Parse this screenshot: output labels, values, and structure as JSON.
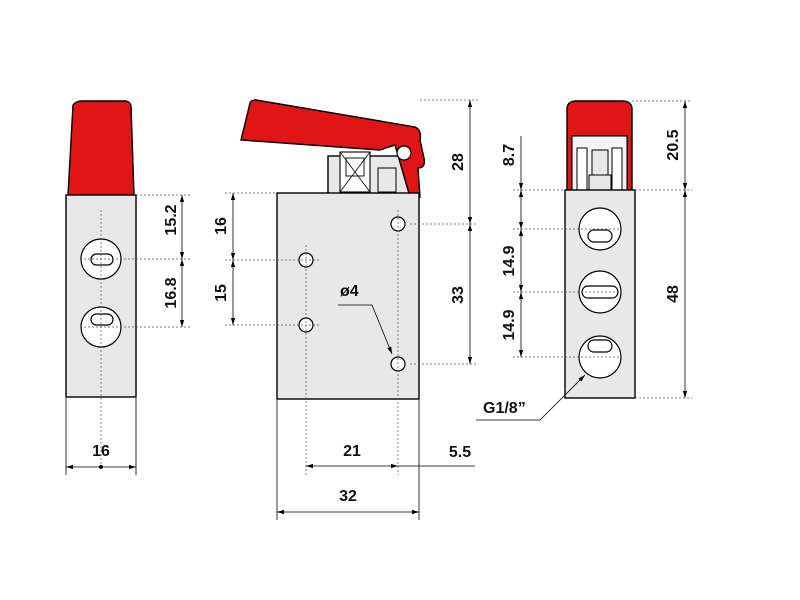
{
  "dimensions": {
    "left_width": "16",
    "left_upper_port": "15.2",
    "left_port_spacing": "16.8",
    "front_upper": "16",
    "front_lower": "15",
    "front_hole_diameter": "ø4",
    "front_lever_height": "28",
    "front_hole_spacing": "33",
    "front_hole_offset": "21",
    "front_hole_edge": "5.5",
    "front_width": "32",
    "right_cap_height": "8.7",
    "right_port_spacing_1": "14.9",
    "right_port_spacing_2": "14.9",
    "right_lever_height": "20.5",
    "right_body_height": "48",
    "right_thread": "G1/8”"
  },
  "colors": {
    "lever": "#e01515",
    "body": "#e8e8e8",
    "line": "#000000"
  }
}
